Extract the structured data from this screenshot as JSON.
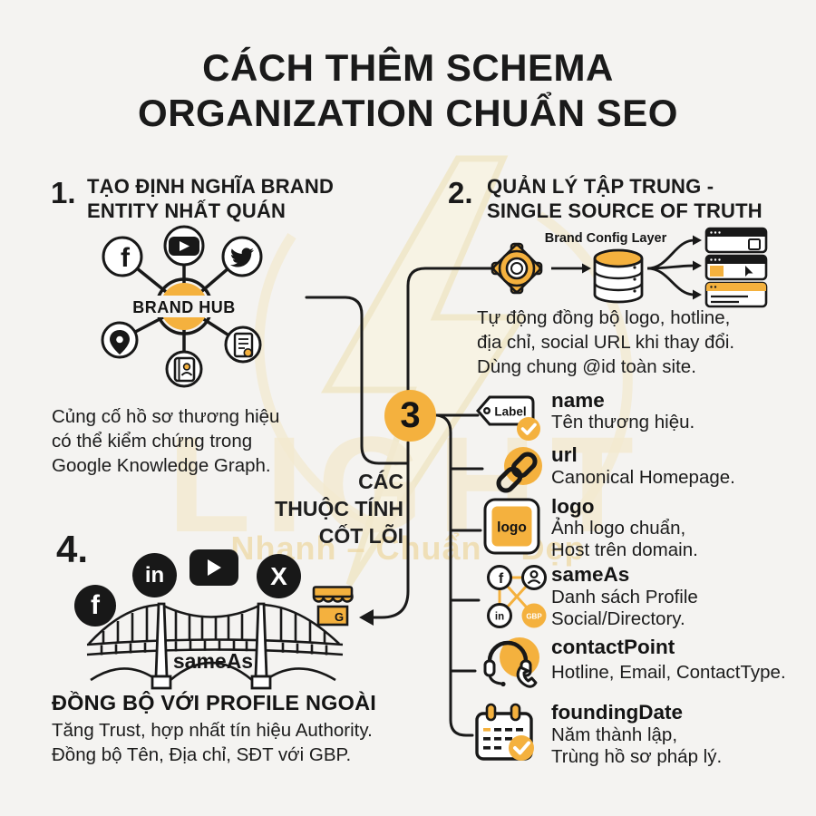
{
  "colors": {
    "accent": "#F4B13E",
    "ink": "#161616",
    "background": "#F4F3F1",
    "watermark": "#F1E4BC"
  },
  "title": {
    "line1": "CÁCH THÊM SCHEMA",
    "line2": "ORGANIZATION CHUẨN SEO"
  },
  "watermark": {
    "brand": "LIGHT",
    "tagline": "Nhanh – Chuẩn – Đẹp"
  },
  "section1": {
    "number": "1.",
    "heading1": "TẠO ĐỊNH NGHĨA BRAND",
    "heading2": "ENTITY  NHẤT QUÁN",
    "hub_label": "BRAND HUB",
    "facebook_glyph": "f",
    "caption1": "Củng cố hồ sơ thương hiệu",
    "caption2": "có thể kiểm chứng trong",
    "caption3": "Google Knowledge Graph."
  },
  "section2": {
    "number": "2.",
    "heading1": "QUẢN LÝ TẬP TRUNG -",
    "heading2": "SINGLE SOURCE OF TRUTH",
    "config_label": "Brand Config Layer",
    "caption1": "Tự động đồng bộ logo, hotline,",
    "caption2": "địa chỉ, social URL  khi thay đổi.",
    "caption3": "Dùng chung @id toàn site."
  },
  "section3": {
    "number": "3",
    "heading1": "CÁC",
    "heading2": "THUỘC TÍNH",
    "heading3": "CỐT LÕI",
    "label_tag": "Label",
    "logo_tag": "logo",
    "gbp_tag": "GBP",
    "properties": [
      {
        "name": "name",
        "desc1": "Tên thương hiệu.",
        "desc2": ""
      },
      {
        "name": "url",
        "desc1": "Canonical Homepage.",
        "desc2": ""
      },
      {
        "name": "logo",
        "desc1": "Ảnh logo chuẩn,",
        "desc2": "Host trên domain."
      },
      {
        "name": "sameAs",
        "desc1": "Danh sách Profile",
        "desc2": "Social/Directory."
      },
      {
        "name": "contactPoint",
        "desc1": "Hotline, Email, ContactType.",
        "desc2": ""
      },
      {
        "name": "foundingDate",
        "desc1": "Năm thành lập,",
        "desc2": "Trùng hồ sơ pháp lý."
      }
    ]
  },
  "section4": {
    "number": "4.",
    "bridge_label": "sameAs",
    "heading": "ĐỒNG BỘ VỚI PROFILE NGOÀI",
    "caption1": "Tăng Trust, hợp nhất tín hiệu Authority.",
    "caption2": "Đồng bộ Tên, Địa chỉ, SĐT với GBP.",
    "facebook_glyph": "f",
    "linkedin_glyph": "in",
    "x_glyph": "X",
    "gbp_letter": "G"
  }
}
